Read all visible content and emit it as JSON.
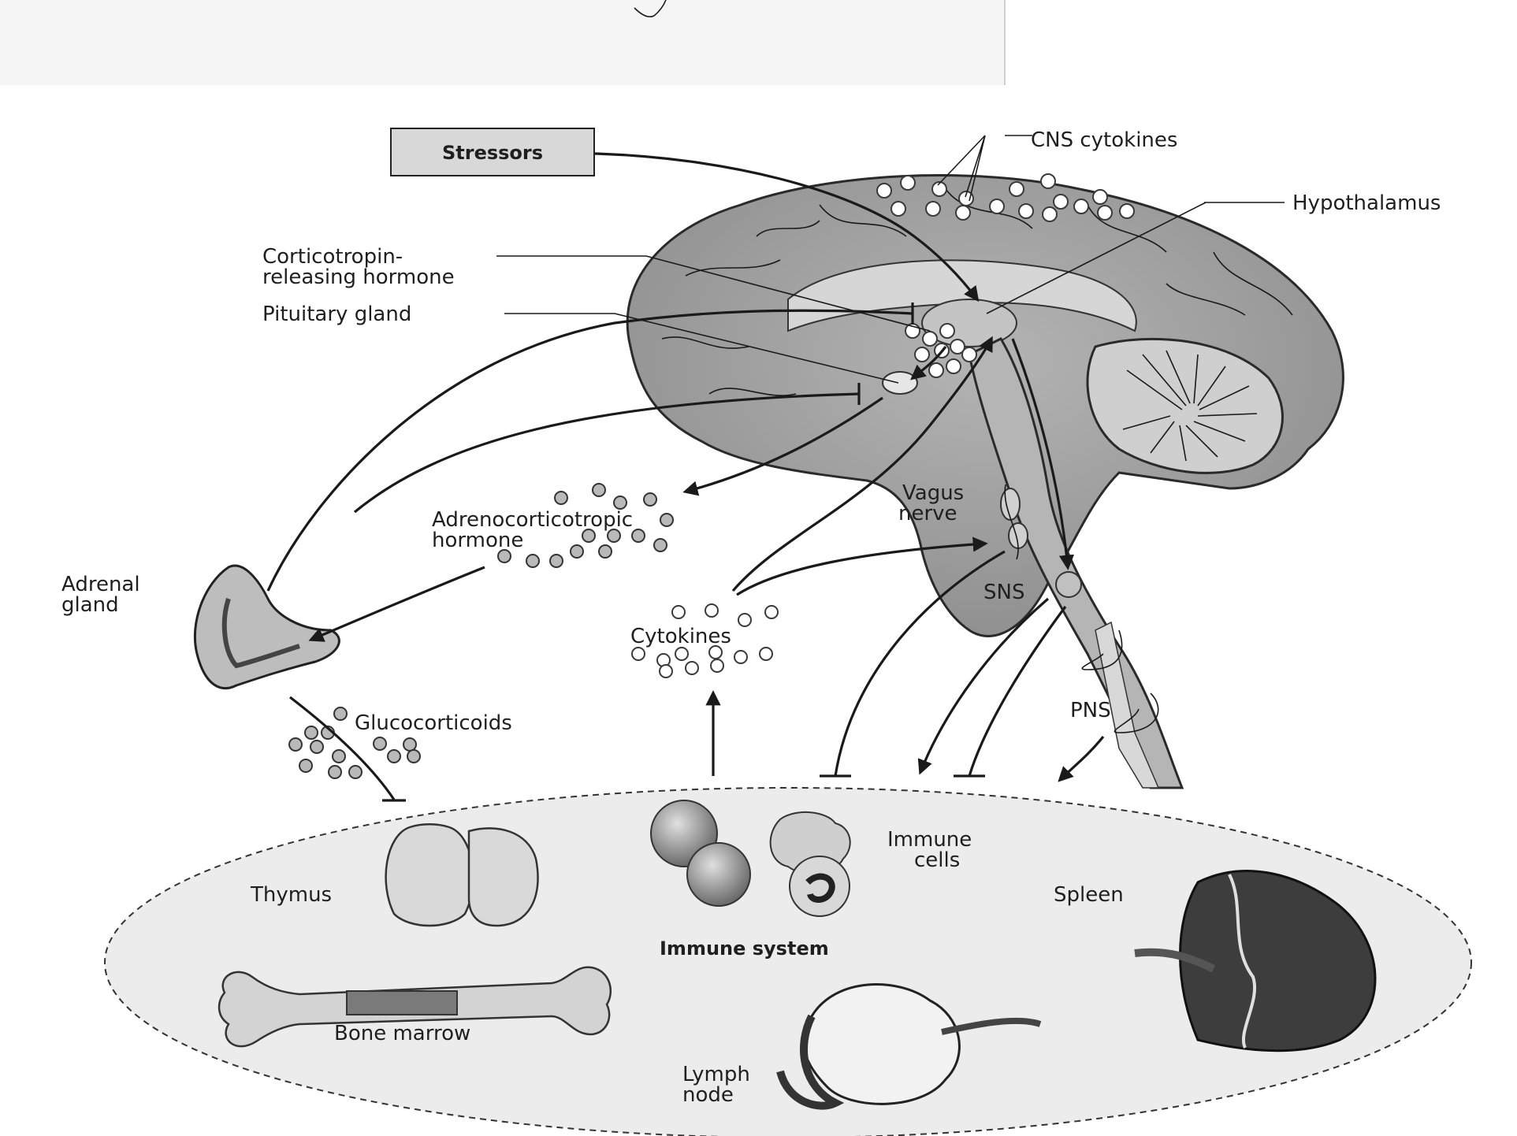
{
  "labels": {
    "stressors": "Stressors",
    "cns_cytokines": "CNS cytokines",
    "hypothalamus": "Hypothalamus",
    "crh_line1": "Corticotropin-",
    "crh_line2": "releasing hormone",
    "pituitary": "Pituitary gland",
    "acth_line1": "Adrenocorticotropic",
    "acth_line2": "hormone",
    "adrenal_line1": "Adrenal",
    "adrenal_line2": "gland",
    "vagus_line1": "Vagus",
    "vagus_line2": "nerve",
    "sns": "SNS",
    "pns": "PNS",
    "cytokines": "Cytokines",
    "glucocorticoids": "Glucocorticoids",
    "immune_cells_line1": "Immune",
    "immune_cells_line2": "cells",
    "thymus": "Thymus",
    "spleen": "Spleen",
    "immune_system": "Immune system",
    "bone_marrow": "Bone marrow",
    "lymph_line1": "Lymph",
    "lymph_line2": "node"
  },
  "colors": {
    "brain_fill": "#9c9c9c",
    "organ_dark": "#4a4a4a",
    "ellipse_fill": "#ececec",
    "ink": "#1a1a1a"
  }
}
